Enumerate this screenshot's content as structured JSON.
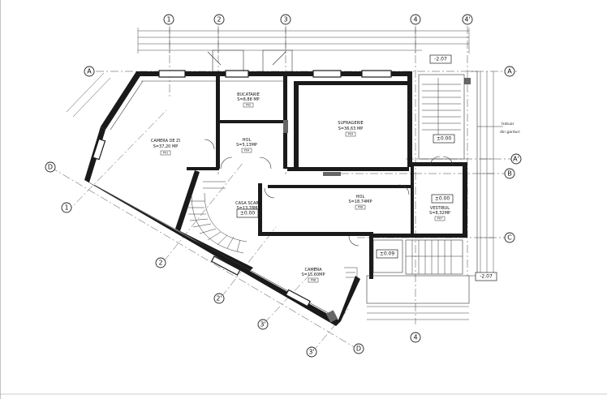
{
  "grid_axes": {
    "columns": [
      "1",
      "2",
      "3",
      "4",
      "4'"
    ],
    "rows": [
      "A",
      "A'",
      "B",
      "C"
    ],
    "diagonal_columns": [
      "1",
      "2",
      "2'",
      "3'",
      "3'"
    ],
    "diagonal_rows": [
      "A",
      "D",
      "D"
    ]
  },
  "rooms": [
    {
      "name": "CAMERA DE ZI",
      "area": "S=37,20 MP",
      "tag": "P01"
    },
    {
      "name": "BUCATARIE",
      "area": "S=8,88 MP",
      "tag": "P02"
    },
    {
      "name": "SUFRAGERIE",
      "area": "S=36,63 MP",
      "tag": "P03"
    },
    {
      "name": "HOL",
      "area": "S=5,13MP",
      "tag": "P04"
    },
    {
      "name": "CASA SCARII",
      "area": "S=13,78MP",
      "tag": "P05"
    },
    {
      "name": "HOL",
      "area": "S=18,74MP",
      "tag": "P06"
    },
    {
      "name": "VESTIBUL",
      "area": "S=8,32MP",
      "tag": "P07"
    },
    {
      "name": "CAMERA",
      "area": "S=15,60MP",
      "tag": "P08"
    }
  ],
  "levels": {
    "main": "±0.00",
    "stair": "±0.00",
    "hall": "±0.00",
    "vestibule": "±0.00",
    "entry_lower": "±0.09",
    "ext_top": "-2.07",
    "ext_bottom": "-2.07"
  },
  "notes": {
    "outline": "trotuar",
    "outline_line2": "din garduri"
  }
}
